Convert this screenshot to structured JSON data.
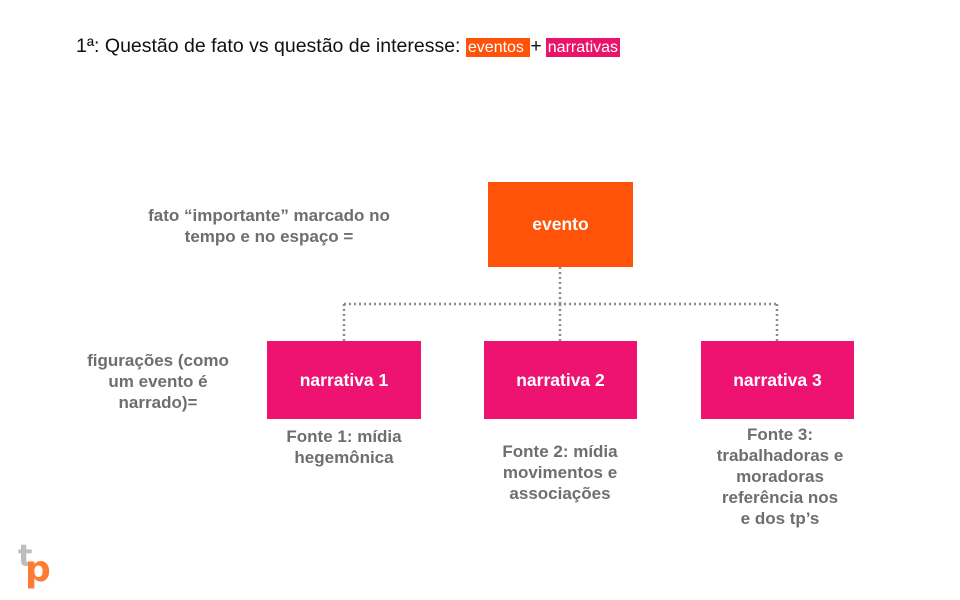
{
  "heading": {
    "text": "1ª: Questão de fato vs questão de interesse: ",
    "tag_events": "eventos ",
    "plus": "+",
    "tag_narratives": "narrativas"
  },
  "event_box": {
    "label": "evento"
  },
  "labels": {
    "fato_line1": "fato “importante” marcado no",
    "fato_line2": "tempo e no espaço =",
    "fig_line1": "figurações (como",
    "fig_line2": "um evento é",
    "fig_line3": "narrado)="
  },
  "narratives": [
    {
      "label": "narrativa 1",
      "source_lines": [
        "Fonte 1: mídia",
        "hegemônica"
      ]
    },
    {
      "label": "narrativa 2",
      "source_lines": [
        "Fonte 2: mídia",
        "movimentos e",
        "associações"
      ]
    },
    {
      "label": "narrativa 3",
      "source_lines": [
        "Fonte 3:",
        "trabalhadoras e",
        "moradoras",
        "referência nos",
        "e dos tp’s"
      ]
    }
  ],
  "logo": {
    "letter_t": "t",
    "letter_p": "p"
  },
  "colors": {
    "event": "#ff5309",
    "narrative": "#ef1371",
    "label_gray": "#6e6e6e",
    "connector": "#8a8a8a"
  }
}
